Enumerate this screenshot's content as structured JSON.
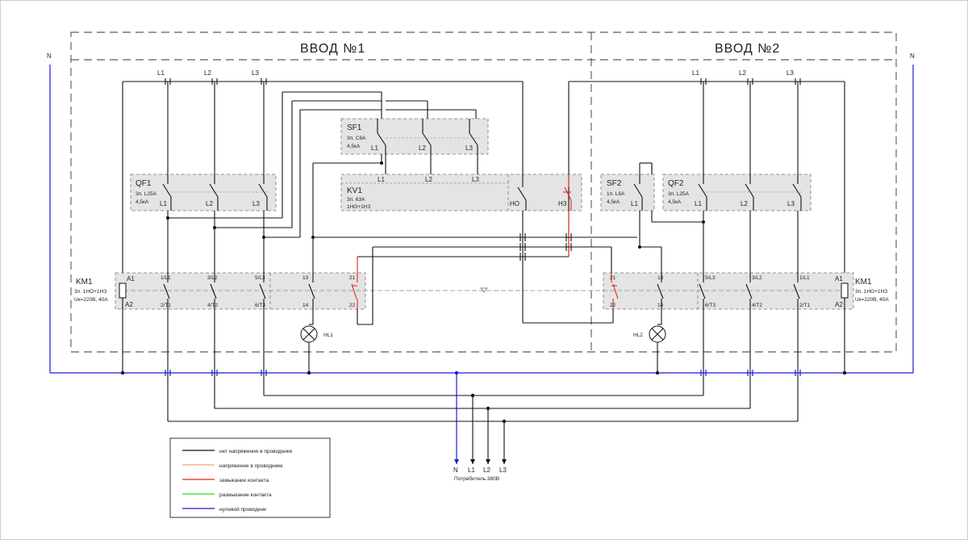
{
  "titles": {
    "input1": "ВВОД №1",
    "input2": "ВВОД №2"
  },
  "neutral": {
    "left": "N",
    "right": "N"
  },
  "phases": {
    "l1": "L1",
    "l2": "L2",
    "l3": "L3"
  },
  "qf1": {
    "name": "QF1",
    "spec1": "3п. L25А",
    "spec2": "4,5кА",
    "p1": "L1",
    "p2": "L2",
    "p3": "L3"
  },
  "qf2": {
    "name": "QF2",
    "spec1": "3п. L25А",
    "spec2": "4,5кА",
    "p1": "L1",
    "p2": "L2",
    "p3": "L3"
  },
  "sf1": {
    "name": "SF1",
    "spec1": "3п. С6А",
    "spec2": "4,5кА",
    "p1": "L1",
    "p2": "L2",
    "p3": "L3"
  },
  "sf2": {
    "name": "SF2",
    "spec1": "1п. L6А",
    "spec2": "4,5кА",
    "p1": "L1"
  },
  "kv1": {
    "name": "KV1",
    "spec1": "3п. 63А",
    "spec2": "1НО+1НЗ",
    "p1": "L1",
    "p2": "L2",
    "p3": "L3",
    "no": "НО",
    "nc": "НЗ"
  },
  "km1_left": {
    "name": "KM1",
    "spec1": "3п. 1НО+1НЗ",
    "spec2": "Uк=220В, 40А",
    "a1": "A1",
    "a2": "A2"
  },
  "km1_right": {
    "name": "KM1",
    "spec1": "3п. 1НО+1НЗ",
    "spec2": "Uк=220В, 40А",
    "a1": "A1",
    "a2": "A2"
  },
  "contacts_left": {
    "t1": "1/L1",
    "t2": "3/L2",
    "t3": "5/L3",
    "t4": "13",
    "t5": "21",
    "b1": "2/T1",
    "b2": "4/T2",
    "b3": "6/T3",
    "b4": "14",
    "b5": "22"
  },
  "contacts_right": {
    "t1": "21",
    "t2": "13",
    "t3": "5/L3",
    "t4": "3/L2",
    "t5": "1/L1",
    "b1": "22",
    "b2": "14",
    "b3": "6/T3",
    "b4": "4/T2",
    "b5": "2/T1"
  },
  "lamps": {
    "hl1": "HL1",
    "hl2": "HL2"
  },
  "consumer": {
    "n": "N",
    "l1": "L1",
    "l2": "L2",
    "l3": "L3",
    "label": "Потребитель 380В"
  },
  "legend": [
    {
      "label": "нет напряжения в проводнике",
      "color": "#111111"
    },
    {
      "label": "напряжение в проводнике",
      "color": "#f4a07a"
    },
    {
      "label": "замыкание контакта",
      "color": "#e8261c"
    },
    {
      "label": "размыкание контакта",
      "color": "#22dd22"
    },
    {
      "label": "нулевой проводник",
      "color": "#1a1adc"
    }
  ]
}
